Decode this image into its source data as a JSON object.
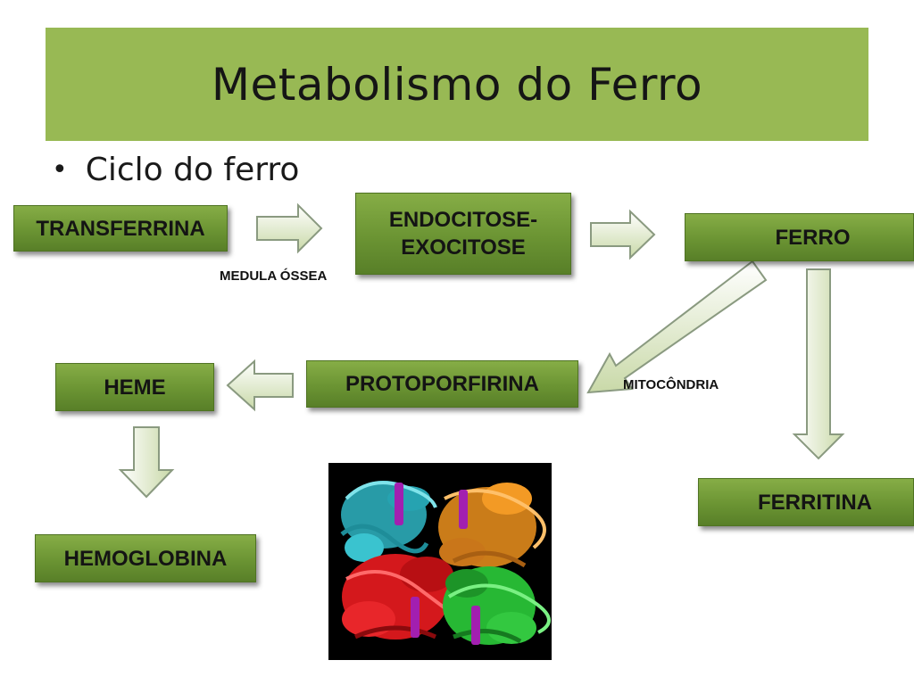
{
  "title": "Metabolismo do Ferro",
  "bullet": "Ciclo do ferro",
  "nodes": {
    "transferrina": "TRANSFERRINA",
    "endocitose_line1": "ENDOCITOSE-",
    "endocitose_line2": "EXOCITOSE",
    "ferro": "FERRO",
    "protoporfirina": "PROTOPORFIRINA",
    "heme": "HEME",
    "hemoglobina": "HEMOGLOBINA",
    "ferritina": "FERRITINA"
  },
  "labels": {
    "medula_ossea": "MEDULA ÓSSEA",
    "mitocondria": "MITOCÔNDRIA"
  },
  "colors": {
    "title_bar": "#98b954",
    "box_fill": "#6b9433",
    "arrow_fill": "#dfe9c8"
  }
}
